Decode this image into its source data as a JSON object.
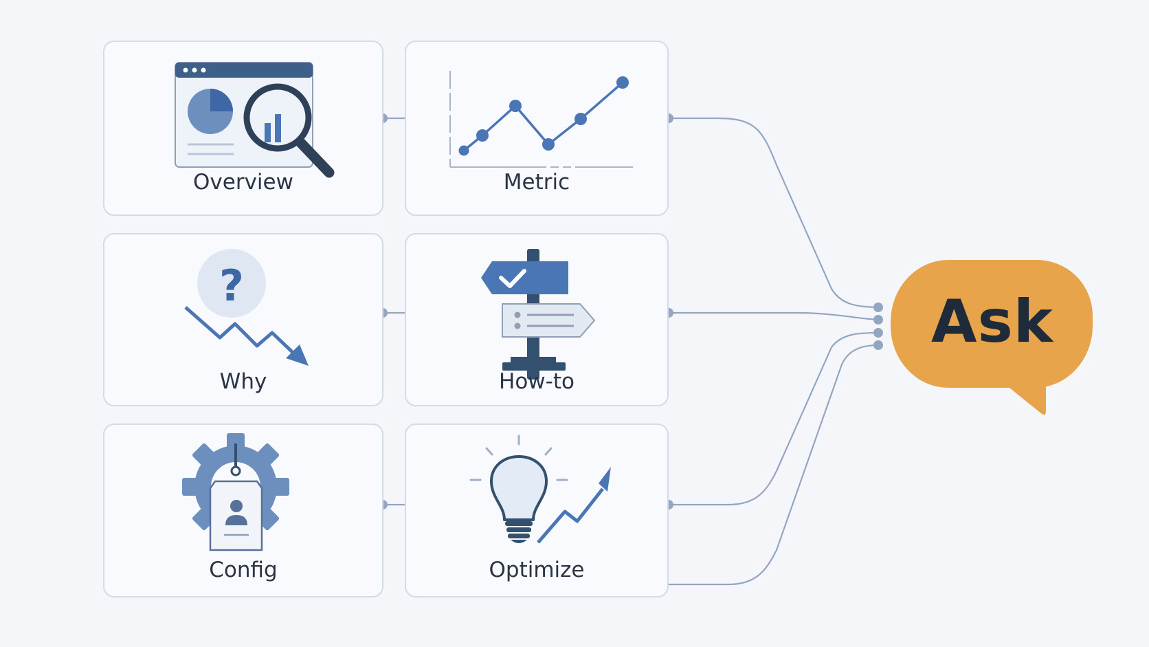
{
  "cards": {
    "overview": {
      "label": "Overview"
    },
    "metric": {
      "label": "Metric"
    },
    "why": {
      "label": "Why"
    },
    "howto": {
      "label": "How-to"
    },
    "config": {
      "label": "Config"
    },
    "optimize": {
      "label": "Optimize"
    }
  },
  "ask": {
    "label": "Ask"
  },
  "colors": {
    "primary_blue": "#4a76b5",
    "light_blue": "#dbe6f4",
    "navy": "#34506f",
    "accent_orange": "#e8a44a",
    "connector": "#93a6c1",
    "card_border": "#d2dbe8",
    "background": "#f4f6fa"
  }
}
